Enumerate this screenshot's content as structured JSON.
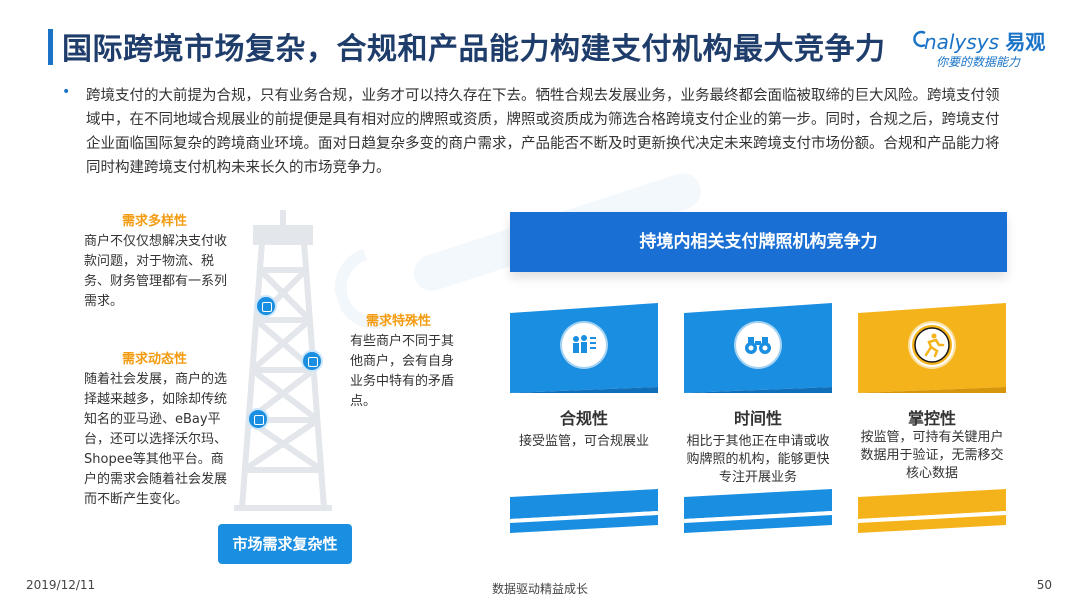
{
  "header": {
    "title": "国际跨境市场复杂，合规和产品能力构建支付机构最大竞争力",
    "logo_main": "nalysys",
    "logo_brand": "易观",
    "logo_sub": "你要的数据能力"
  },
  "intro": "跨境支付的大前提为合规，只有业务合规，业务才可以持久存在下去。牺牲合规去发展业务，业务最终都会面临被取缔的巨大风险。跨境支付领域中，在不同地域合规展业的前提便是具有相对应的牌照或资质，牌照或资质成为筛选合格跨境支付企业的第一步。同时，合规之后，跨境支付企业面临国际复杂的跨境商业环境。面对日趋复杂多变的商户需求，产品能否不断及时更新换代决定未来跨境支付市场份额。合规和产品能力将同时构建跨境支付机构未来长久的市场竞争力。",
  "needs": [
    {
      "title": "需求多样性",
      "text": "商户不仅仅想解决支付收款问题，对于物流、税务、财务管理都有一系列需求。"
    },
    {
      "title": "需求动态性",
      "text": "随着社会发展，商户的选择越来越多，如除却传统知名的亚马逊、eBay平台，还可以选择沃尔玛、Shopee等其他平台。商户的需求会随着社会发展而不断产生变化。"
    },
    {
      "title": "需求特殊性",
      "text": "有些商户不同于其他商户，会有自身业务中特有的矛盾点。"
    }
  ],
  "market_label": "市场需求复杂性",
  "banner": "持境内相关支付牌照机构竞争力",
  "cards": [
    {
      "title": "合规性",
      "desc": "接受监管，可合规展业",
      "color": "#1a8ee0",
      "icon": "people-chart-icon"
    },
    {
      "title": "时间性",
      "desc": "相比于其他正在申请或收购牌照的机构，能够更快专注开展业务",
      "color": "#1a8ee0",
      "icon": "binoculars-icon"
    },
    {
      "title": "掌控性",
      "desc": "按监管，可持有关键用户数据用于验证，无需移交核心数据",
      "color": "#f5b31b",
      "icon": "runner-icon"
    }
  ],
  "footer": {
    "date": "2019/12/11",
    "slogan": "数据驱动精益成长",
    "page": "50"
  }
}
